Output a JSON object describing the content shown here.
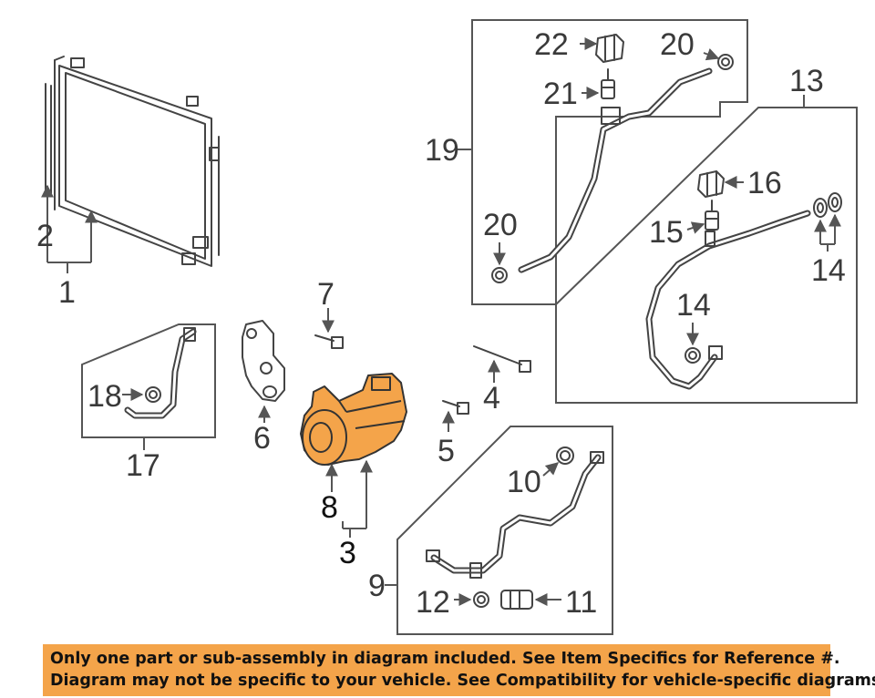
{
  "callouts": {
    "n1": "1",
    "n2": "2",
    "n3": "3",
    "n4": "4",
    "n5": "5",
    "n6": "6",
    "n7": "7",
    "n8": "8",
    "n9": "9",
    "n10": "10",
    "n11": "11",
    "n12": "12",
    "n13": "13",
    "n14a": "14",
    "n14b": "14",
    "n15": "15",
    "n16": "16",
    "n17": "17",
    "n18": "18",
    "n19": "19",
    "n20a": "20",
    "n20b": "20",
    "n21": "21",
    "n22": "22"
  },
  "footer": {
    "line1": "Only one part or sub-assembly in diagram included. See Item Specifics for Reference #.",
    "line2": "Diagram may not be specific to your vehicle. See Compatibility for vehicle-specific diagrams."
  },
  "colors": {
    "highlight": "#f4a44a",
    "line": "#444444"
  }
}
